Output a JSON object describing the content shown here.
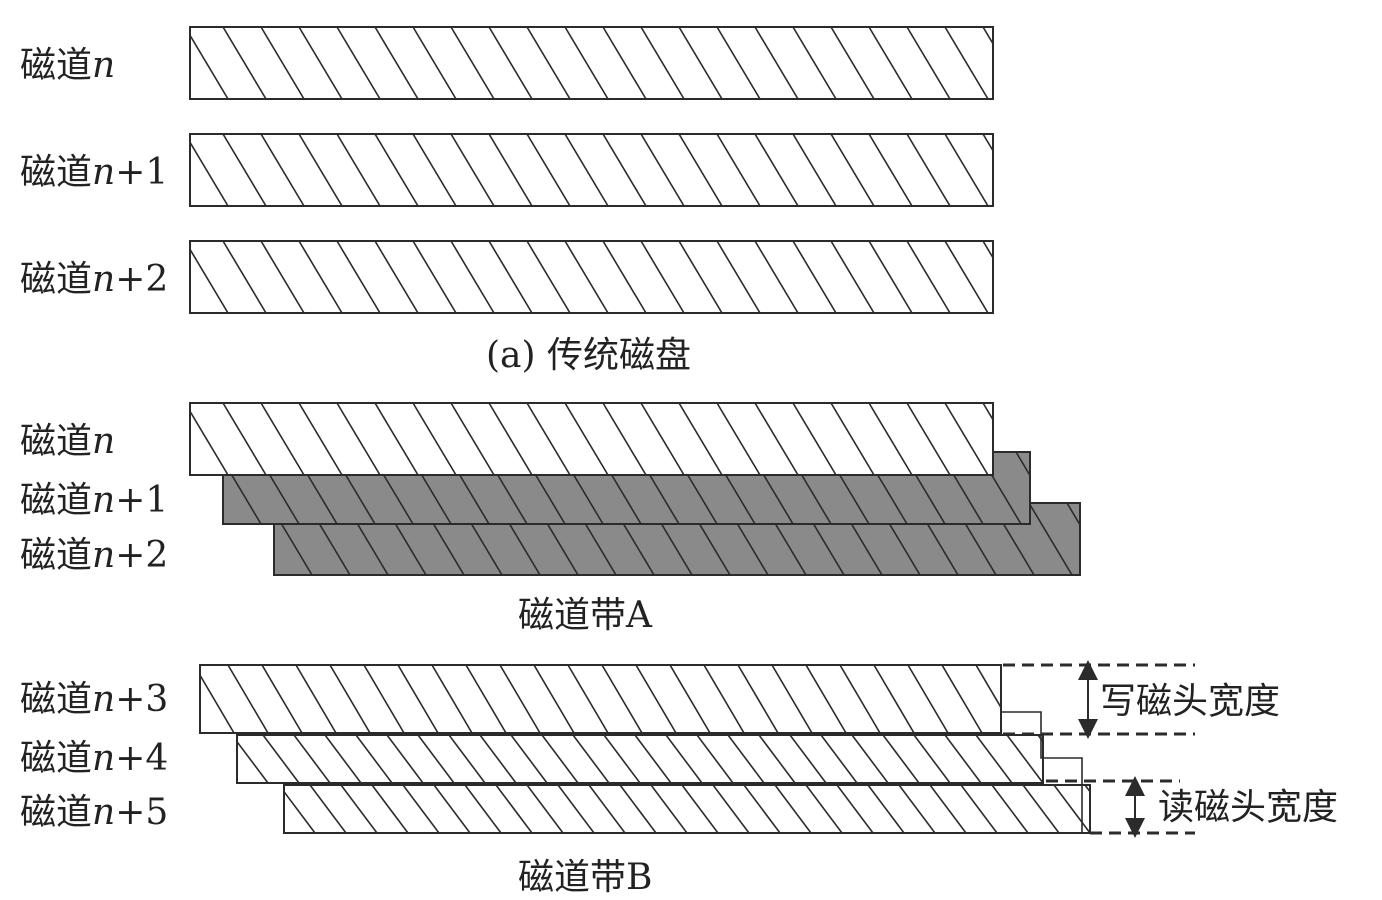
{
  "colors": {
    "stroke": "#2b2b2b",
    "shaded_fill": "#8a8a8a",
    "light_fill": "#ffffff",
    "text": "#222222"
  },
  "panel_a": {
    "caption": "(a) 传统磁盘",
    "tracks": [
      {
        "prefix": "磁道",
        "var": "n",
        "suffix": ""
      },
      {
        "prefix": "磁道",
        "var": "n",
        "suffix": "+1"
      },
      {
        "prefix": "磁道",
        "var": "n",
        "suffix": "+2"
      }
    ]
  },
  "band_a": {
    "caption": "磁道带A",
    "tracks": [
      {
        "prefix": "磁道",
        "var": "n",
        "suffix": "",
        "shaded": false
      },
      {
        "prefix": "磁道",
        "var": "n",
        "suffix": "+1",
        "shaded": true
      },
      {
        "prefix": "磁道",
        "var": "n",
        "suffix": "+2",
        "shaded": true
      }
    ]
  },
  "band_b": {
    "caption": "磁道带B",
    "tracks": [
      {
        "prefix": "磁道",
        "var": "n",
        "suffix": "+3"
      },
      {
        "prefix": "磁道",
        "var": "n",
        "suffix": "+4"
      },
      {
        "prefix": "磁道",
        "var": "n",
        "suffix": "+5"
      }
    ],
    "write_head_label": "写磁头宽度",
    "read_head_label": "读磁头宽度"
  }
}
